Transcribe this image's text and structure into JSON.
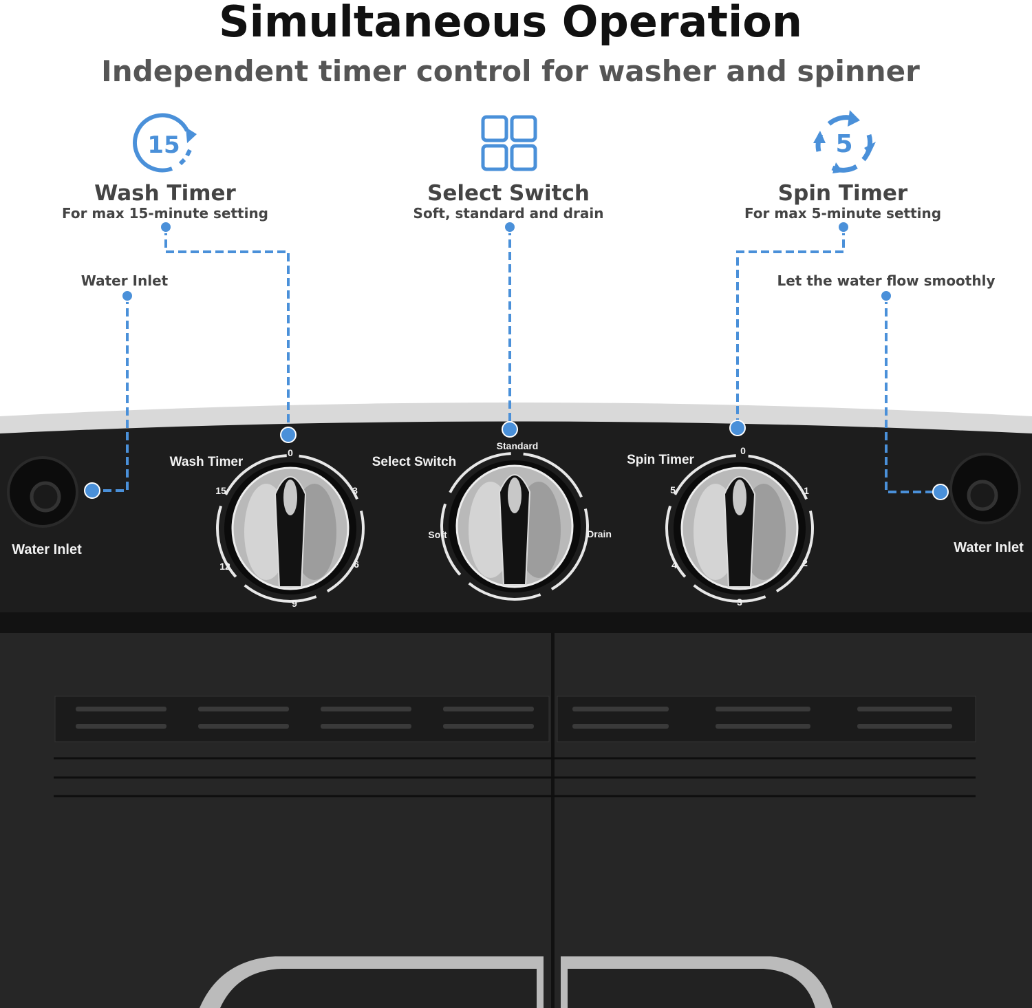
{
  "header": {
    "title": "Simultaneous Operation",
    "subtitle": "Independent timer control for washer and spinner"
  },
  "features": [
    {
      "icon": "timer-15-icon",
      "icon_text": "15",
      "title": "Wash Timer",
      "desc": "For max 15-minute setting"
    },
    {
      "icon": "grid-icon",
      "title": "Select Switch",
      "desc": "Soft, standard and drain"
    },
    {
      "icon": "timer-5-icon",
      "icon_text": "5",
      "title": "Spin Timer",
      "desc": "For max 5-minute setting"
    }
  ],
  "callouts": {
    "left_inlet": "Water Inlet",
    "right_inlet": "Let the water flow smoothly"
  },
  "panel": {
    "wash_label": "Wash Timer",
    "select_label": "Select Switch",
    "spin_label": "Spin Timer",
    "left_inlet_label": "Water Inlet",
    "right_inlet_label": "Water Inlet",
    "wash_marks": [
      "0",
      "3",
      "6",
      "9",
      "12",
      "15"
    ],
    "select_marks": [
      "Standard",
      "Soft",
      "Drain"
    ],
    "spin_marks": [
      "0",
      "1",
      "2",
      "3",
      "4",
      "5"
    ]
  },
  "colors": {
    "accent": "#4a90d9",
    "text": "#444444",
    "body": "#1f1f1f"
  }
}
